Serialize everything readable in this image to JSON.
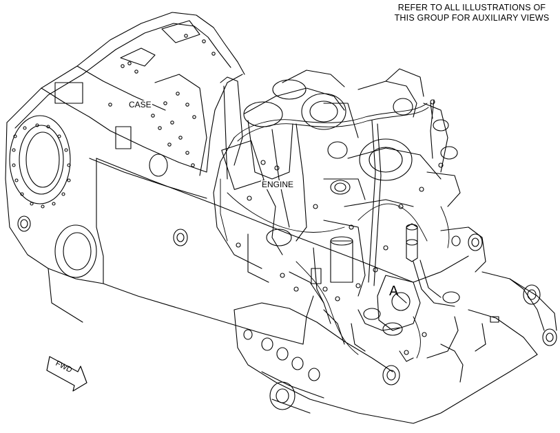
{
  "header": {
    "note_line1": "REFER TO ALL ILLUSTRATIONS OF",
    "note_line2": "THIS GROUP FOR AUXILIARY VIEWS"
  },
  "labels": {
    "case": "CASE",
    "engine": "ENGINE",
    "view_a": "A"
  },
  "direction_arrow": {
    "text": "FWD"
  },
  "colors": {
    "ink": "#000000",
    "paper": "#ffffff"
  }
}
